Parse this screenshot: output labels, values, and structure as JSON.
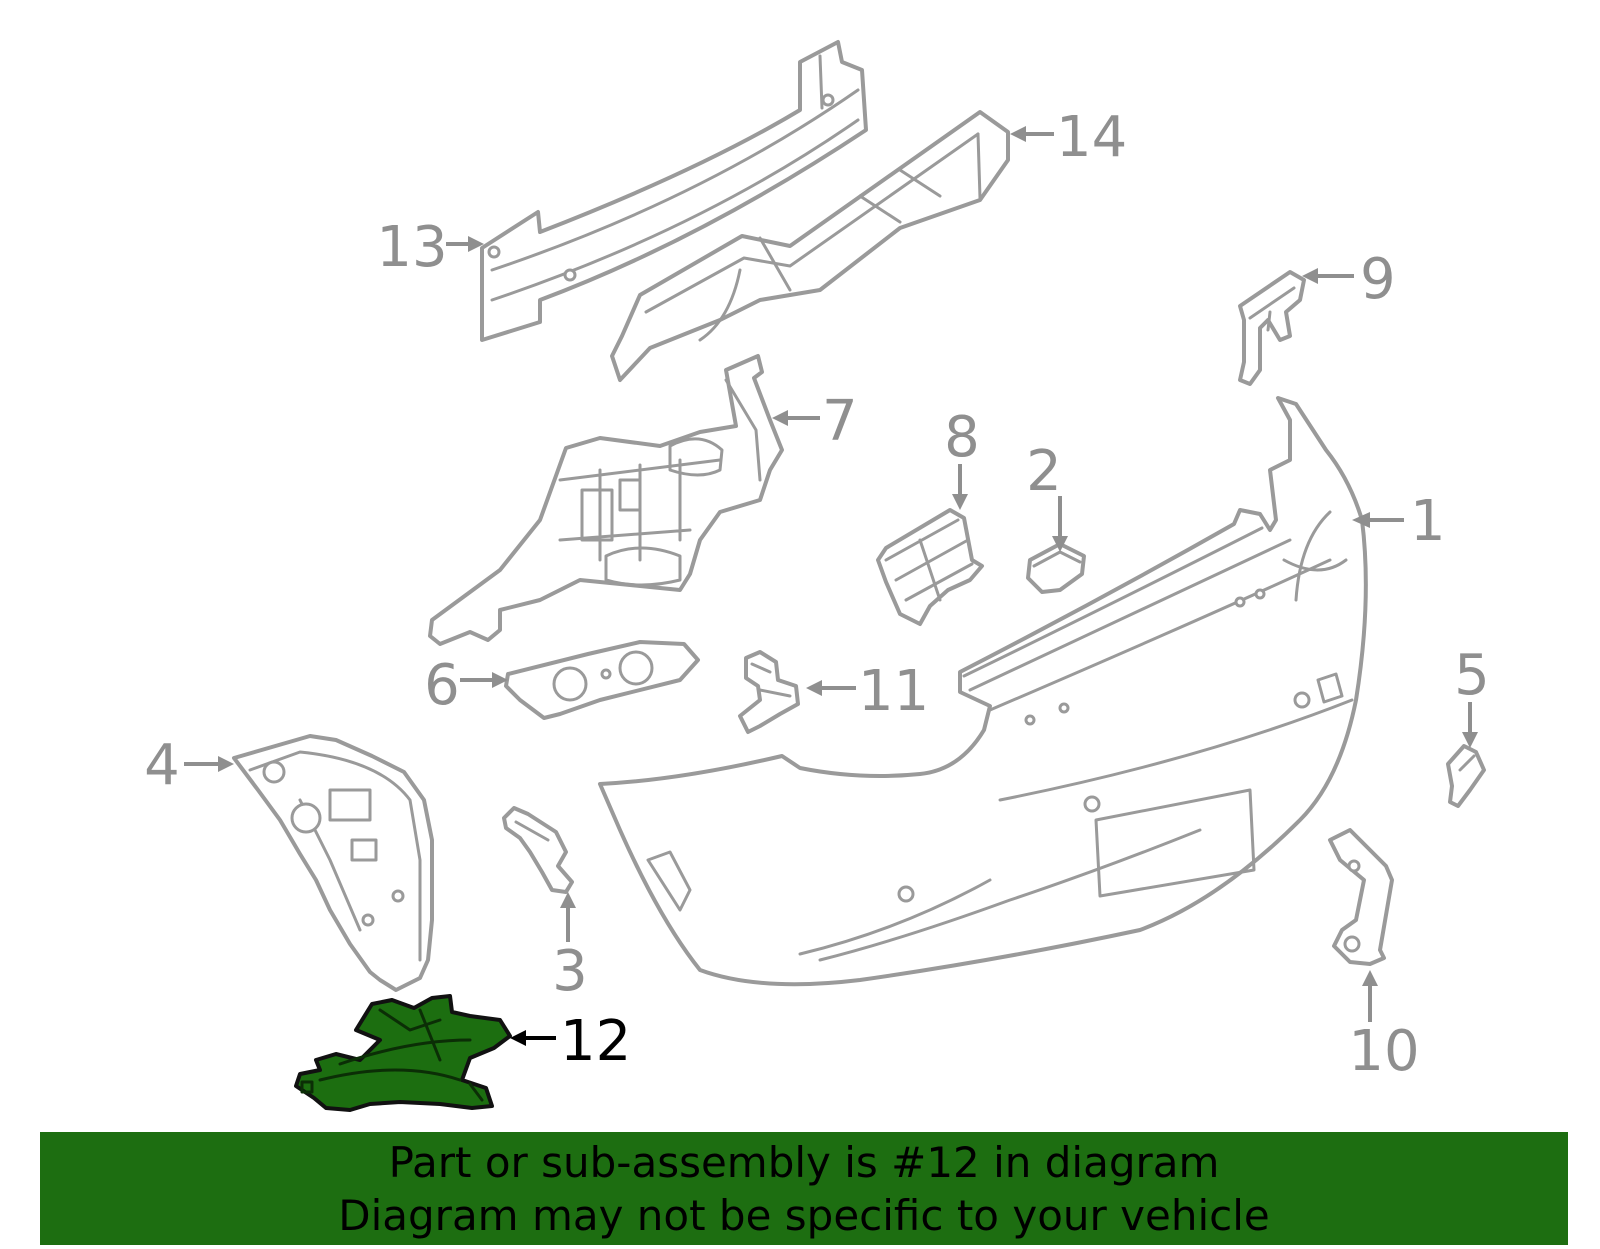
{
  "diagram": {
    "callouts": {
      "c1": "1",
      "c2": "2",
      "c3": "3",
      "c4": "4",
      "c5": "5",
      "c6": "6",
      "c7": "7",
      "c8": "8",
      "c9": "9",
      "c10": "10",
      "c11": "11",
      "c12": "12",
      "c13": "13",
      "c14": "14"
    },
    "highlighted_part": "12",
    "colors": {
      "highlight": "#1d6e11",
      "line_art": "#9a9a9a"
    }
  },
  "banner": {
    "line1": "Part or sub-assembly is #12 in diagram",
    "line2": "Diagram may not be specific to your vehicle"
  }
}
